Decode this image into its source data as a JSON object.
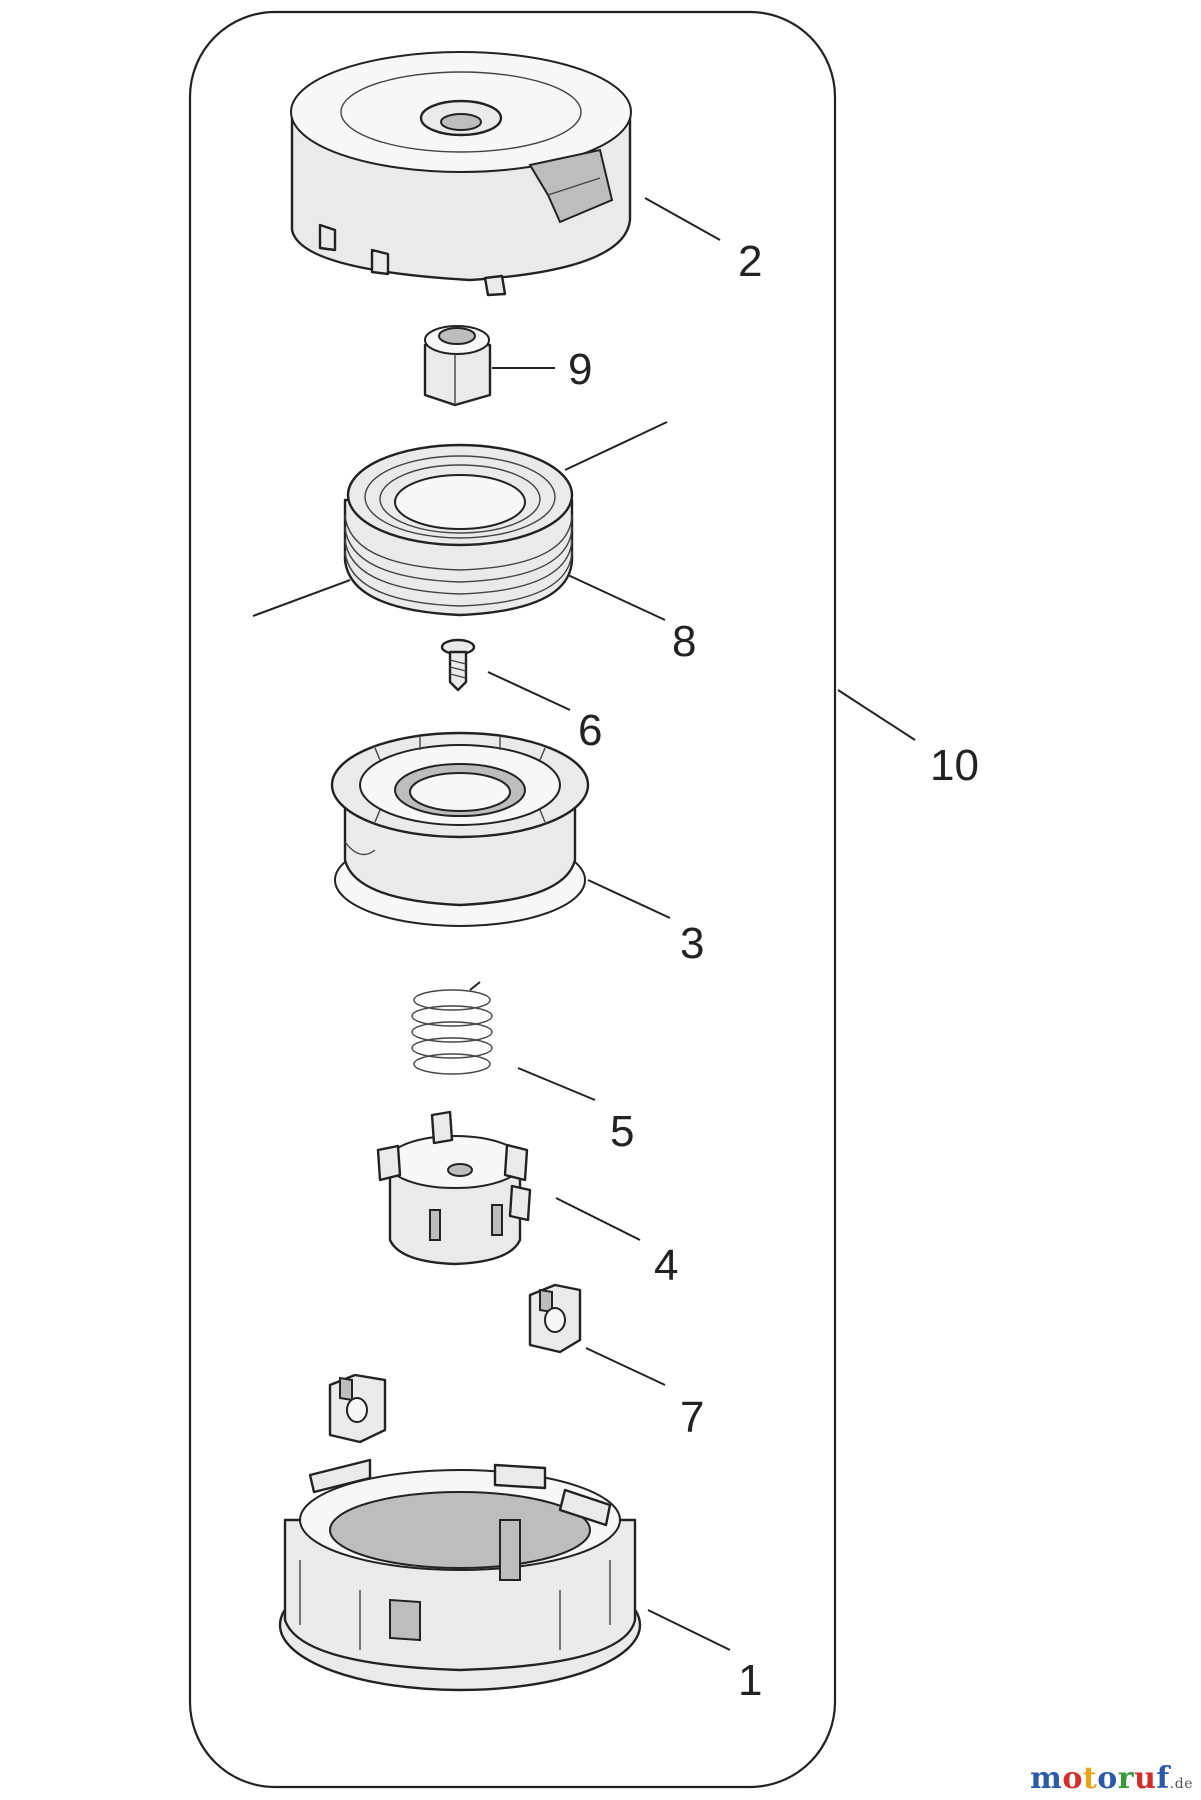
{
  "callouts": {
    "c1": "1",
    "c2": "2",
    "c3": "3",
    "c4": "4",
    "c5": "5",
    "c6": "6",
    "c7": "7",
    "c8": "8",
    "c9": "9",
    "c10": "10"
  },
  "watermark": {
    "letters": [
      "m",
      "o",
      "t",
      "o",
      "r",
      "u",
      "f"
    ],
    "colors": [
      "#2a5aa8",
      "#d62b2b",
      "#e8a317",
      "#2a5aa8",
      "#3a9a3a",
      "#d62b2b",
      "#2a5aa8"
    ],
    "suffix": ".de"
  }
}
